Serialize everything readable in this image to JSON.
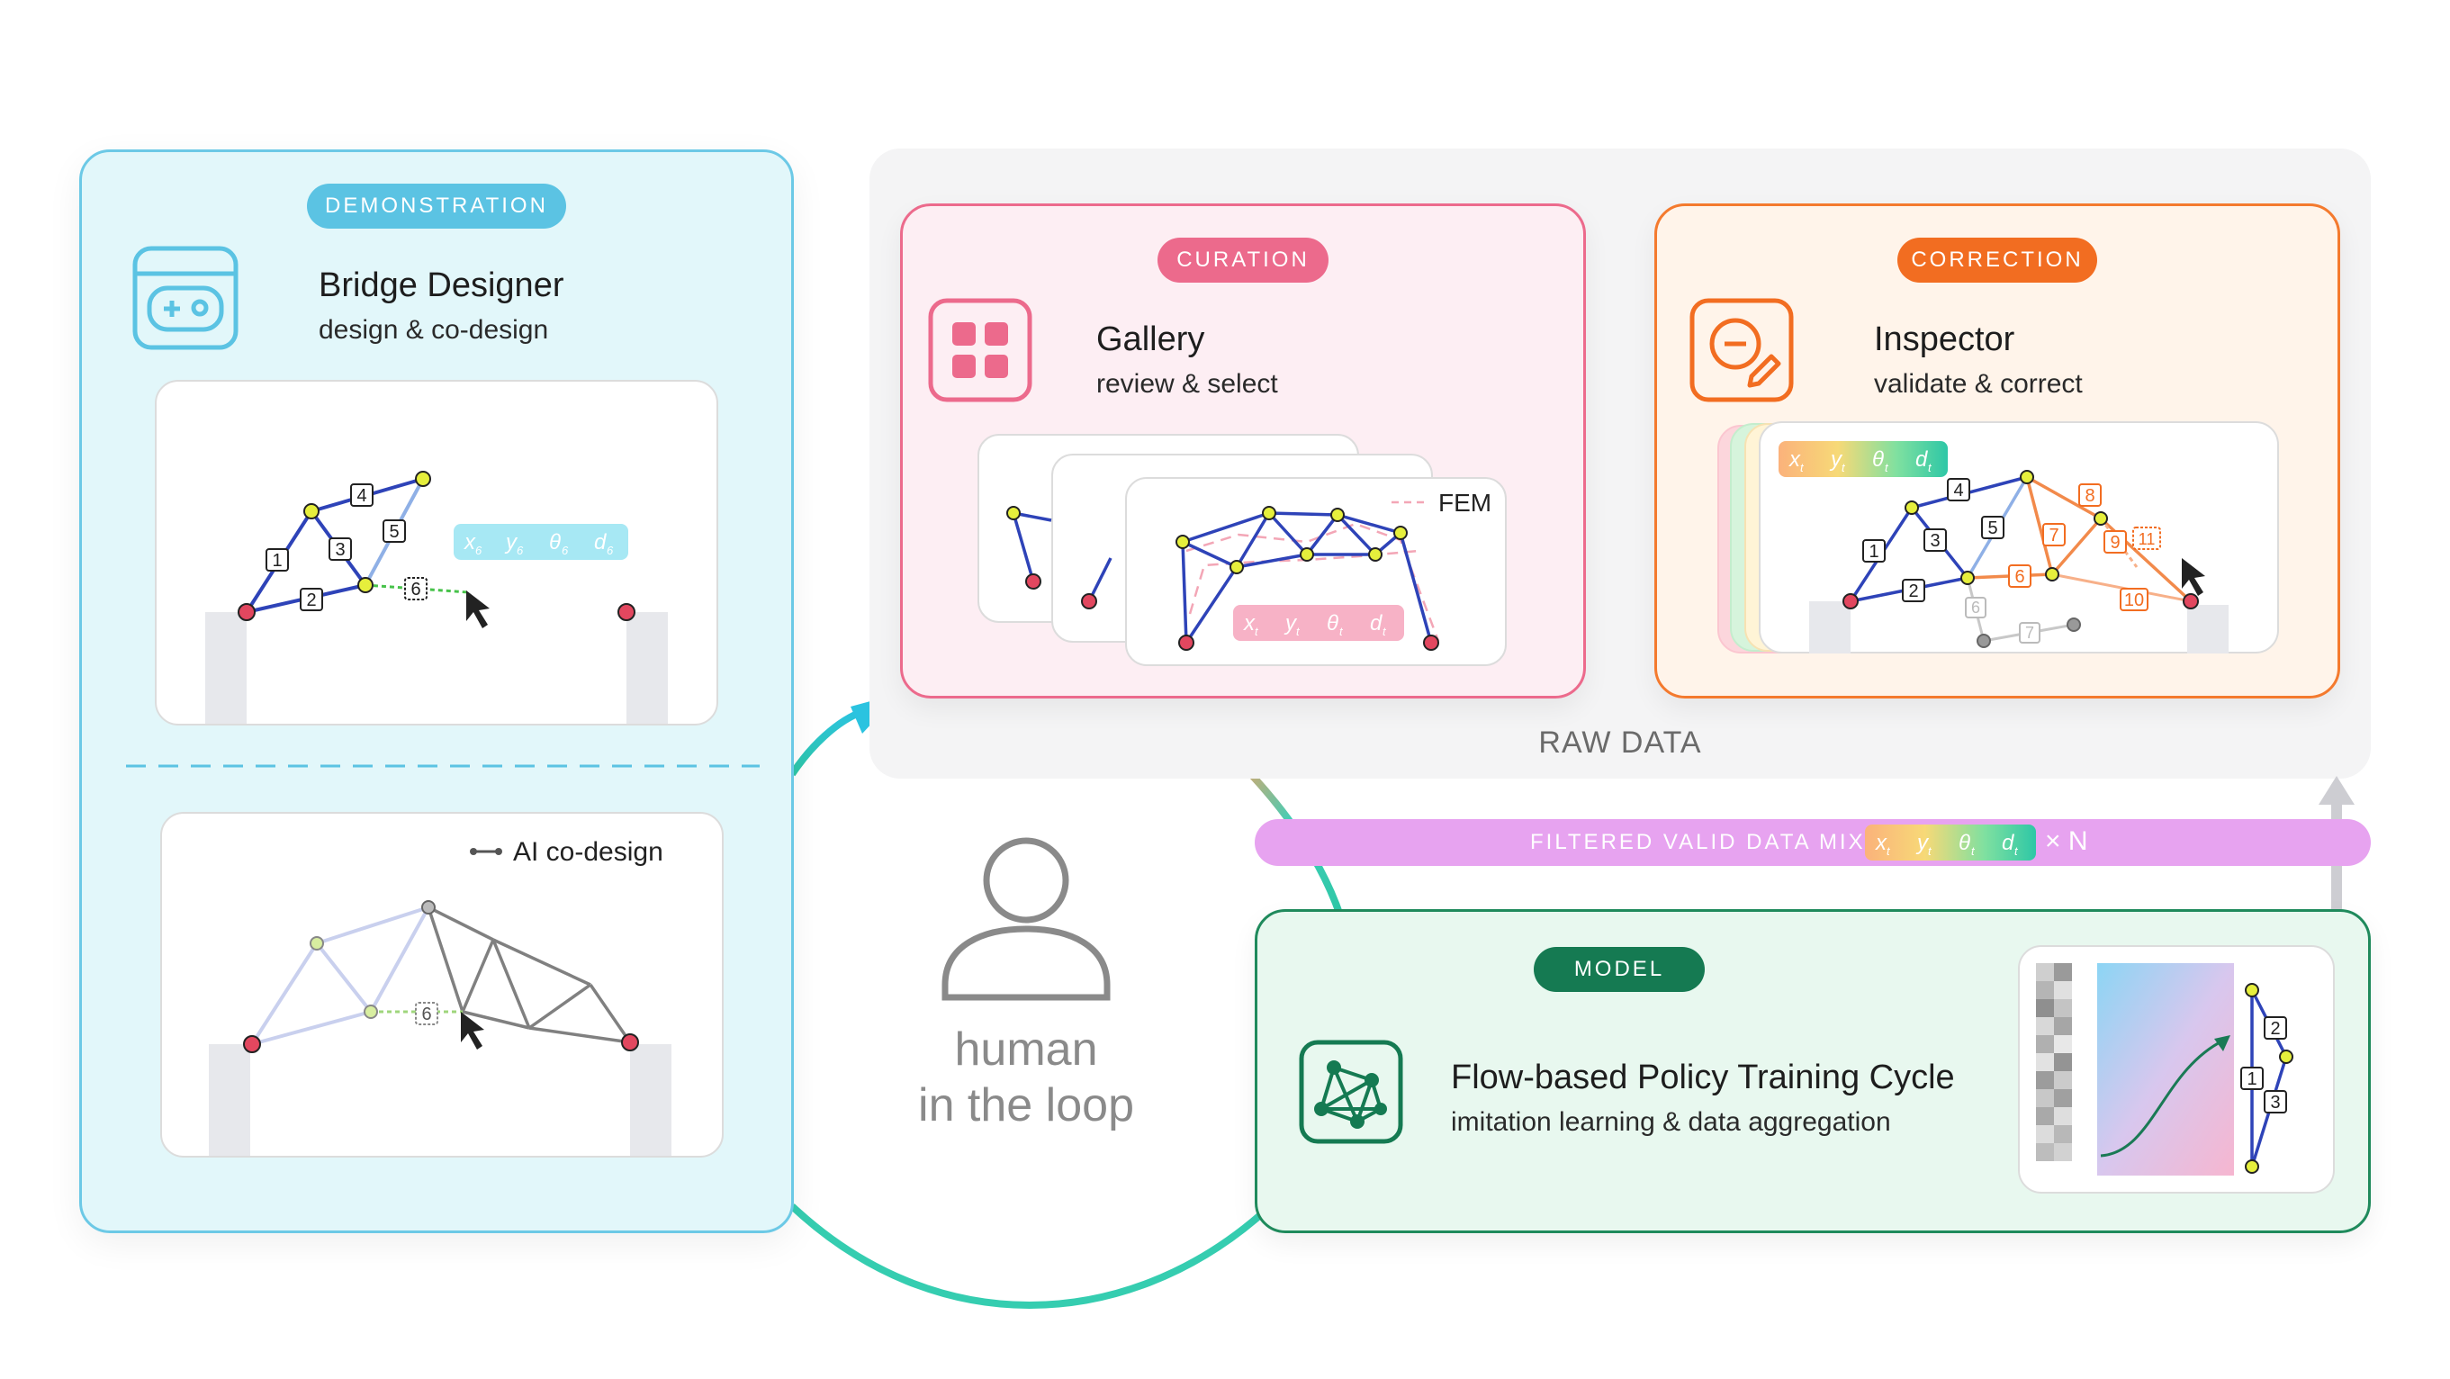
{
  "demonstration": {
    "badge": "DEMONSTRATION",
    "title": "Bridge Designer",
    "subtitle": "design & co-design",
    "token": [
      "x",
      "y",
      "θ",
      "d"
    ],
    "token_sub": "6",
    "member_labels": [
      "1",
      "2",
      "3",
      "4",
      "5",
      "6"
    ],
    "ai_legend": "AI co-design",
    "ai_member_label": "6"
  },
  "curation": {
    "badge": "CURATION",
    "title": "Gallery",
    "subtitle": "review & select",
    "fem_label": "FEM",
    "token": [
      "x",
      "y",
      "θ",
      "d"
    ],
    "token_sub": "t"
  },
  "correction": {
    "badge": "CORRECTION",
    "title": "Inspector",
    "subtitle": "validate & correct",
    "token": [
      "x",
      "y",
      "θ",
      "d"
    ],
    "token_sub": "t",
    "member_labels": [
      "1",
      "2",
      "3",
      "4",
      "5",
      "6",
      "7",
      "8",
      "9",
      "10",
      "11"
    ],
    "ghost_labels": [
      "6",
      "7"
    ]
  },
  "raw_data_label": "RAW DATA",
  "filtered": {
    "label": "FILTERED VALID DATA MIX",
    "token": [
      "x",
      "y",
      "θ",
      "d"
    ],
    "token_sub": "t",
    "multiplier": "× N"
  },
  "human": {
    "line1": "human",
    "line2": "in the loop"
  },
  "model": {
    "badge": "MODEL",
    "title": "Flow-based Policy Training Cycle",
    "subtitle": "imitation learning & data aggregation",
    "member_labels": [
      "1",
      "2",
      "3"
    ]
  },
  "colors": {
    "demonstration": "#5bc3e3",
    "curation": "#ec6a8c",
    "correction": "#f26d21",
    "model": "#157a52",
    "filtered": "#e7a3f0",
    "truss_blue": "#2e43b8",
    "node_red": "#e2475f",
    "node_yellow": "#e6ef3c"
  }
}
